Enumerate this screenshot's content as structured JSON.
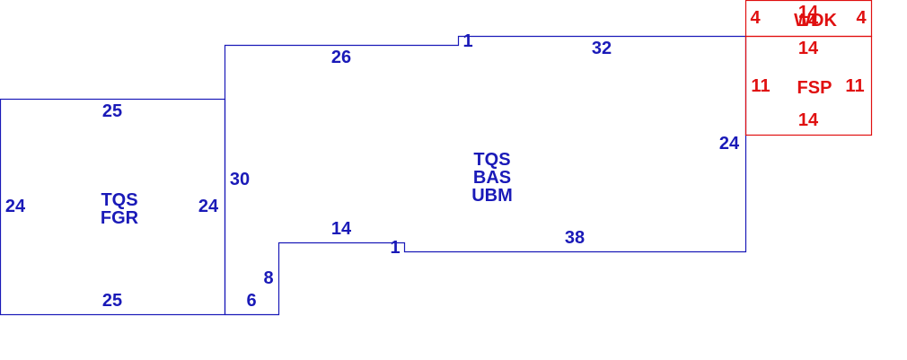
{
  "colors": {
    "main": "#1a1ab8",
    "porch": "#e01010",
    "background": "#ffffff"
  },
  "garage": {
    "codes": [
      "TQS",
      "FGR"
    ],
    "dims": {
      "top": "25",
      "bottom": "25",
      "left": "24",
      "right": "24"
    }
  },
  "main_area": {
    "codes": [
      "TQS",
      "BAS",
      "UBM"
    ],
    "dims": {
      "top_left": "26",
      "notch_top": "1",
      "top_right": "32",
      "right": "24",
      "bottom_right": "38",
      "notch_bottom": "1",
      "step_top": "14",
      "left": "30",
      "step_side": "8",
      "step_bottom": "6"
    }
  },
  "porch": {
    "code": "FSP",
    "dims": {
      "top": "14",
      "bottom": "14",
      "left": "11",
      "right": "11"
    }
  },
  "wdk": {
    "code": "WDK",
    "dims": {
      "top": "14",
      "bottom": "14",
      "left": "4",
      "right": "4"
    }
  }
}
